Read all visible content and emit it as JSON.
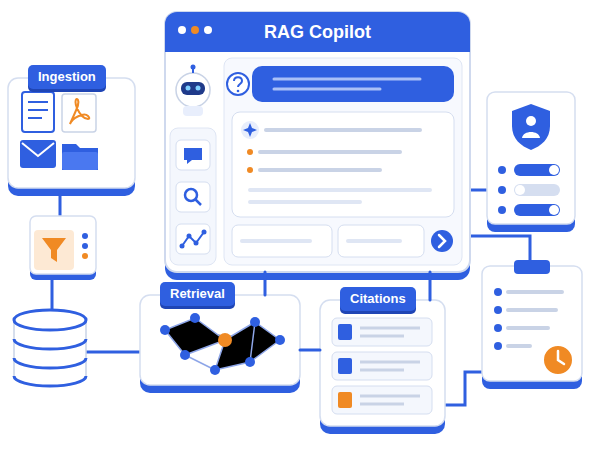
{
  "diagram": {
    "nodes": [
      {
        "text": [
          "RAG Copilot"
        ]
      },
      {
        "text": [
          "Ingestion"
        ]
      },
      {
        "text": [
          "Retrieval"
        ]
      },
      {
        "text": [
          "Citations"
        ]
      }
    ],
    "edges": [
      {
        "from": 2,
        "to": 0,
        "arrow": "none"
      },
      {
        "from": 3,
        "to": 0,
        "arrow": "none"
      },
      {
        "from": 2,
        "to": 3,
        "arrow": "none"
      }
    ]
  }
}
